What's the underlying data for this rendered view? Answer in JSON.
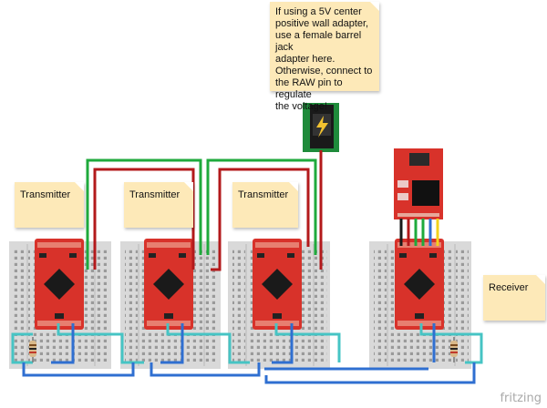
{
  "notes": {
    "power": "If using a 5V center\npositive wall adapter,\nuse a female barrel jack\nadapter here.\nOtherwise, connect to\nthe RAW pin to regulate\nthe voltage!",
    "transmitter_1": "Transmitter",
    "transmitter_2": "Transmitter",
    "transmitter_3": "Transmitter",
    "receiver": "Receiver"
  },
  "brand": "fritzing",
  "colors": {
    "breadboard": "#d9d9d9",
    "arduino_board": "#d8322a",
    "wire_red": "#b3191b",
    "wire_green": "#1faa3c",
    "wire_cyan": "#46c4c4",
    "wire_blue": "#2f6fd1",
    "note_bg": "#fde9b8"
  },
  "icons": [
    "lightning-icon"
  ]
}
